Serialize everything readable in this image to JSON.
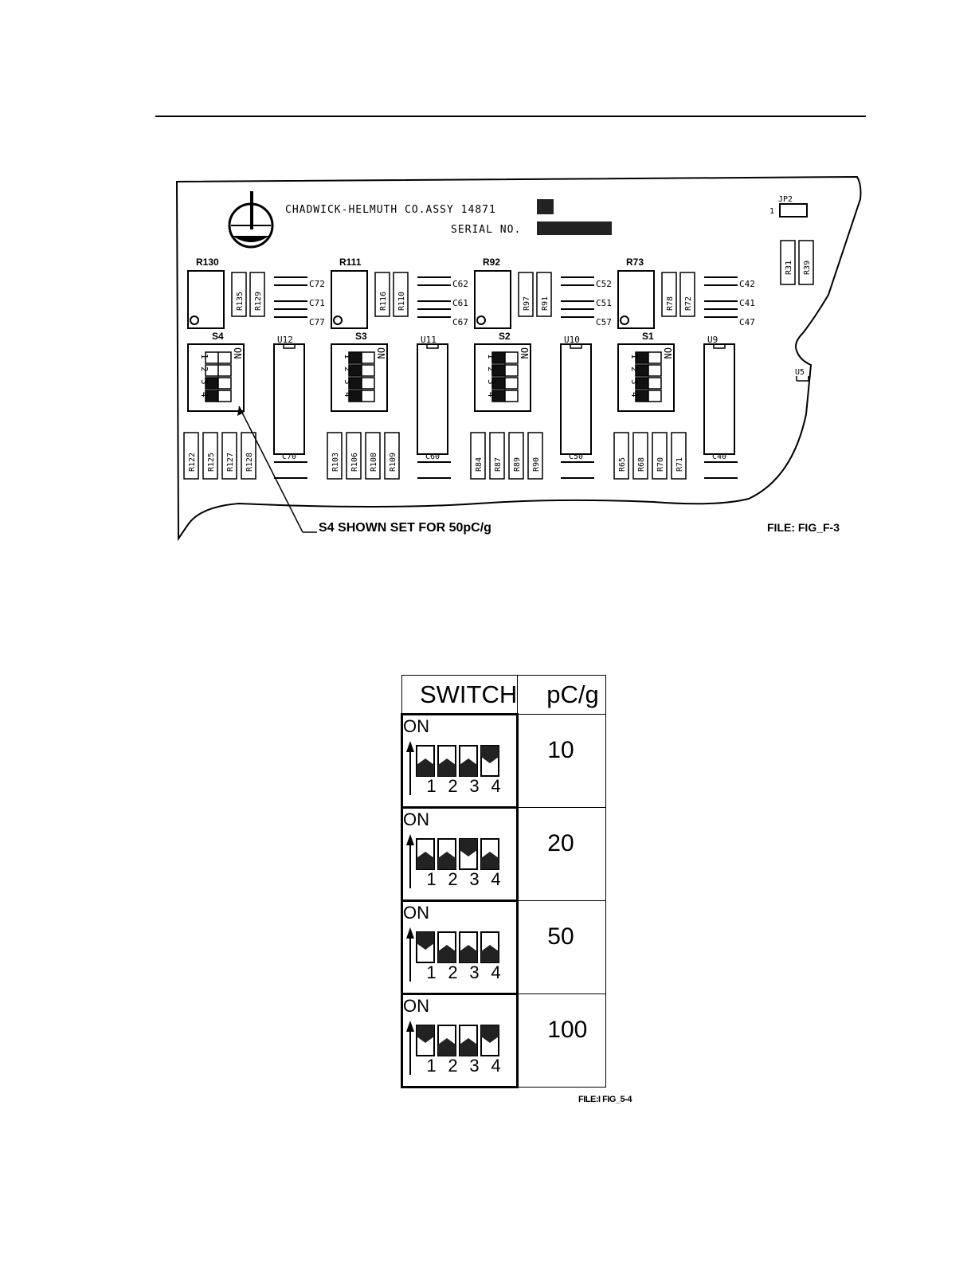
{
  "board": {
    "title": "CHADWICK-HELMUTH CO.ASSY 14871",
    "serial_label": "SERIAL NO.",
    "jumper": "JP2",
    "jumper_pin": "1",
    "switch_note": "S4 SHOWN SET FOR 50pC/g",
    "file_label": "FILE: FIG_F-3",
    "trimmers": [
      "R130",
      "R111",
      "R92",
      "R73"
    ],
    "dip_switches": [
      "S4",
      "S3",
      "S2",
      "S1"
    ],
    "chips": [
      "U12",
      "U11",
      "U10",
      "U9"
    ],
    "u5": "U5",
    "on_text": "ON",
    "switch_numbers": [
      "1",
      "2",
      "3",
      "4"
    ],
    "top_resistors": [
      [
        "R135",
        "R129"
      ],
      [
        "R116",
        "R110"
      ],
      [
        "R97",
        "R91"
      ],
      [
        "R78",
        "R72"
      ]
    ],
    "right_resistors": [
      "R31",
      "R39"
    ],
    "caps_top": [
      [
        "C72",
        "C71",
        "C77"
      ],
      [
        "C62",
        "C61",
        "C67"
      ],
      [
        "C52",
        "C51",
        "C57"
      ],
      [
        "C42",
        "C41",
        "C47"
      ]
    ],
    "bottom_resistors": [
      [
        "R122",
        "R125",
        "R127",
        "R128"
      ],
      [
        "R103",
        "R106",
        "R108",
        "R109"
      ],
      [
        "R84",
        "R87",
        "R89",
        "R90"
      ],
      [
        "R65",
        "R68",
        "R70",
        "R71"
      ]
    ],
    "caps_bottom": [
      "C70",
      "C60",
      "C50",
      "C40"
    ]
  },
  "table": {
    "header_switch": "SWITCH",
    "header_value": "pC/g",
    "on_label": "ON",
    "switch_numbers": [
      "1",
      "2",
      "3",
      "4"
    ],
    "rows": [
      {
        "value": "10",
        "on_switches": [
          4
        ]
      },
      {
        "value": "20",
        "on_switches": [
          3
        ]
      },
      {
        "value": "50",
        "on_switches": [
          1
        ]
      },
      {
        "value": "100",
        "on_switches": [
          1,
          4
        ]
      }
    ],
    "file_label": "FILE:I FIG_5-4"
  }
}
